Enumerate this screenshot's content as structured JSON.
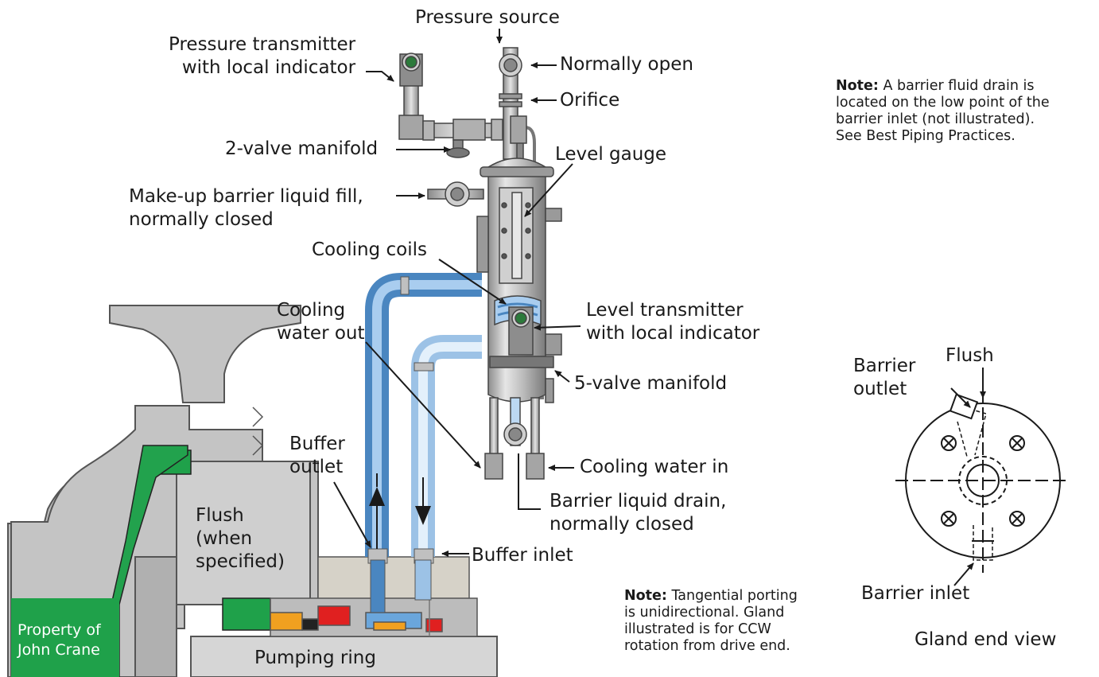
{
  "labels": {
    "pressure_source": "Pressure source",
    "pressure_transmitter": "Pressure transmitter\nwith local indicator",
    "normally_open": "Normally open",
    "orifice": "Orifice",
    "two_valve_manifold": "2-valve manifold",
    "level_gauge": "Level gauge",
    "makeup_fill": "Make-up barrier liquid fill,\nnormally closed",
    "cooling_coils": "Cooling coils",
    "cooling_water_out": "Cooling\nwater out",
    "level_transmitter": "Level transmitter\nwith local indicator",
    "five_valve_manifold": "5-valve manifold",
    "buffer_outlet": "Buffer\noutlet",
    "cooling_water_in": "Cooling water in",
    "barrier_liquid_drain": "Barrier liquid drain,\nnormally closed",
    "flush_when_specified": "Flush\n(when\nspecified)",
    "buffer_inlet": "Buffer inlet",
    "pumping_ring": "Pumping ring",
    "owner": "Property of\nJohn Crane",
    "gland_flush": "Flush",
    "gland_barrier_outlet": "Barrier\noutlet",
    "gland_barrier_inlet": "Barrier inlet",
    "gland_end_view": "Gland end view"
  },
  "notes": {
    "drain_note_bold": "Note:",
    "drain_note_text": " A barrier fluid drain is\nlocated on the low point of the\nbarrier inlet (not illustrated).\nSee Best Piping Practices.",
    "porting_note_bold": "Note:",
    "porting_note_text": " Tangential porting\nis unidirectional. Gland\nillustrated is for CCW\nrotation from drive end."
  },
  "colors": {
    "pump_gray": "#c4c4c4",
    "pump_stroke": "#555555",
    "seal_green": "#1fa14a",
    "pipe_blue": "#6aa6dc",
    "pipe_light_blue": "#bcd8f2",
    "vessel_metal": "#b9b9b9",
    "seal_red": "#e02020",
    "seal_orange": "#f0a020"
  }
}
